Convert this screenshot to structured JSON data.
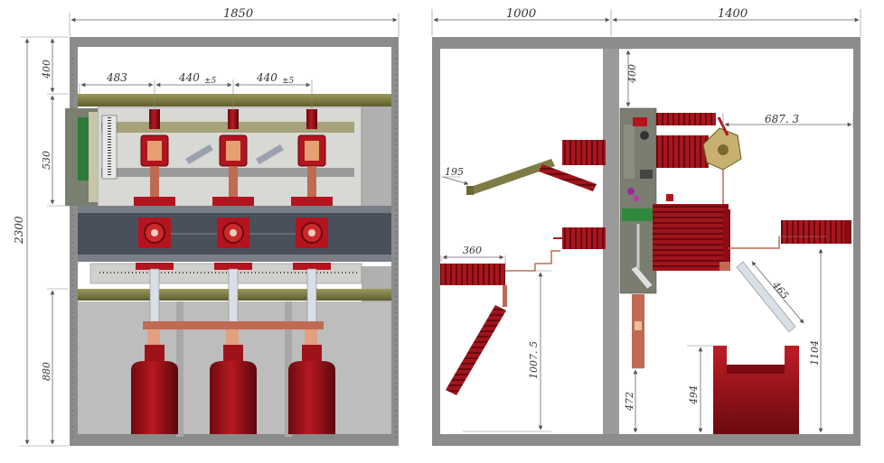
{
  "dimensions": {
    "front_width": "1850",
    "front_height": "2300",
    "front_top": "400",
    "front_mid": "530",
    "front_bottom": "880",
    "pitch_left": "483",
    "pitch_a": "440",
    "pitch_a_tol": "±5",
    "pitch_b": "440",
    "pitch_b_tol": "±5",
    "side_width_left": "1000",
    "side_width_right": "1400",
    "side_top": "400",
    "arm_reach": "687. 3",
    "arrester_dim": "195",
    "cable_offset": "360",
    "cable_height": "1007. 5",
    "bottom_gap": "472",
    "ct_height": "494",
    "link_length": "465",
    "rear_height": "1104"
  },
  "colors": {
    "frame": "#8a8a8a",
    "insulator": "#a8141c",
    "busbar": "#c06a52",
    "mount_plate": "#7a7e70",
    "cross_beam": "#4a4f5c"
  }
}
